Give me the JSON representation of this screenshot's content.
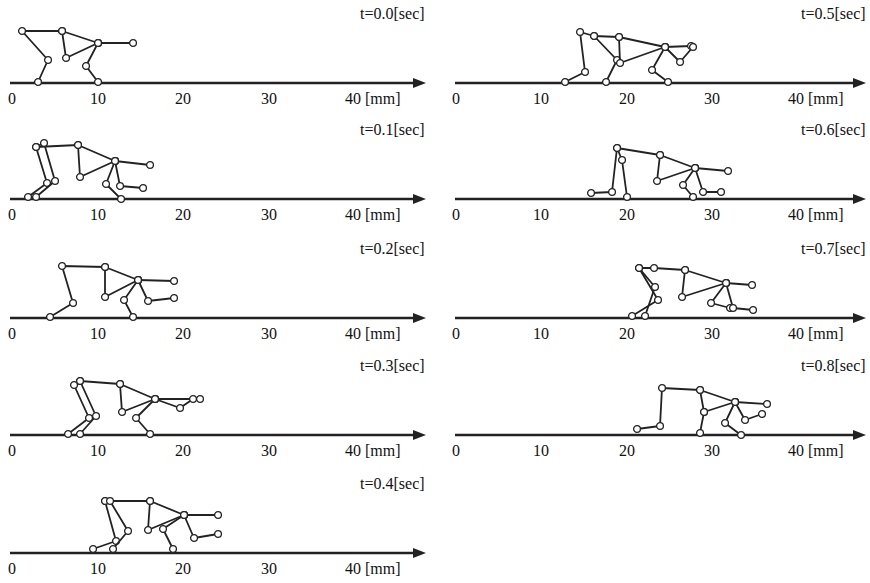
{
  "diagram": {
    "labels": [
      "t=0.0[sec]",
      "0",
      "10",
      "20",
      "30",
      "40 [mm]",
      "t=0.1[sec]",
      "0",
      "10",
      "20",
      "30",
      "40 [mm]",
      "t=0.2[sec]",
      "0",
      "10",
      "20",
      "30",
      "40 [mm]",
      "t=0.3[sec]",
      "0",
      "10",
      "20",
      "30",
      "40 [mm]",
      "t=0.4[sec]",
      "0",
      "10",
      "20",
      "30",
      "40 [mm]",
      "t=0.5[sec]",
      "0",
      "10",
      "20",
      "30",
      "40 [mm]",
      "t=0.6[sec]",
      "0",
      "10",
      "20",
      "30",
      "40 [mm]",
      "t=0.7[sec]",
      "0",
      "10",
      "20",
      "30",
      "40 [mm]",
      "t=0.8[sec]",
      "0",
      "10",
      "20",
      "30",
      "40 [mm]"
    ]
  }
}
